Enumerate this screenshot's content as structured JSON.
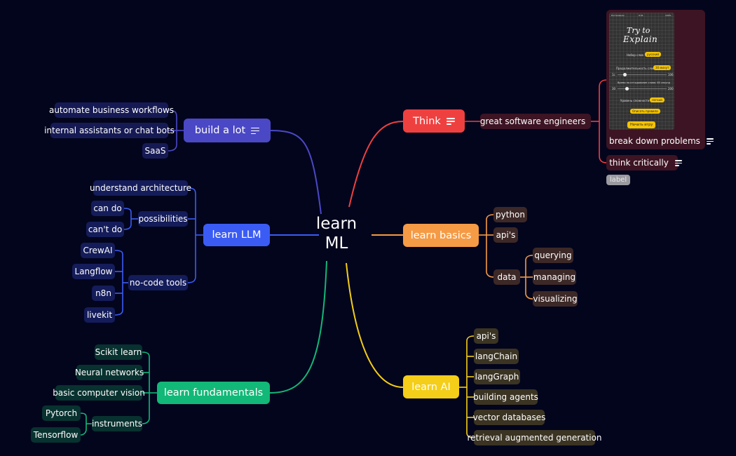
{
  "root": {
    "line1": "learn",
    "line2": "ML"
  },
  "branches": {
    "build": {
      "label": "build a lot",
      "children": [
        "automate business workflows",
        "internal assistants or chat bots",
        "SaaS"
      ]
    },
    "llm": {
      "label": "learn LLM",
      "understand": "understand architecture",
      "possibilities": "possibilities",
      "can_do": "can do",
      "cant_do": "can't do",
      "no_code": "no-code tools",
      "tools": [
        "CrewAI",
        "Langflow",
        "n8n",
        "livekit"
      ]
    },
    "fundamentals": {
      "label": "learn fundamentals",
      "children": [
        "Scikit learn",
        "Neural networks",
        "basic computer vision"
      ],
      "instruments": "instruments",
      "instrument_items": [
        "Pytorch",
        "Tensorflow"
      ]
    },
    "think": {
      "label": "Think",
      "engineers": "great software engineers",
      "break_down": "break down problems",
      "critically": "think critically",
      "chip": "label"
    },
    "basics": {
      "label": "learn basics",
      "python": "python",
      "apis": "api's",
      "data": "data",
      "data_items": [
        "querying",
        "managing",
        "visualizing"
      ]
    },
    "ai": {
      "label": "learn AI",
      "children": [
        "api's",
        "langChain",
        "langGraph",
        "building agents",
        "vector databases",
        "retrieval augmented generation"
      ]
    }
  },
  "phone": {
    "title_line1": "Try to",
    "title_line2": "Explain",
    "word_set_label": "Набор слов",
    "word_set_value": "русский",
    "round_label": "Продолжительность слова",
    "round_value": "30 минут",
    "slider1_min": "1с",
    "slider1_max": "10б",
    "time_label": "Время на отгадывание слова: 60 секунд",
    "slider2_min": "30",
    "slider2_max": "200",
    "difficulty_label": "Уровень сложности",
    "difficulty_value": "легкий",
    "rules_button": "Описать правила",
    "start_button": "Начать игру",
    "status_left": "Ростелеком",
    "status_mid": "9:41",
    "status_right": "100%"
  },
  "colors": {
    "background": "#03051d",
    "build": "#4b48c6",
    "llm": "#3b5cf4",
    "fundamentals": "#12b877",
    "think": "#ef4040",
    "basics": "#f59a45",
    "ai": "#f4ce19"
  }
}
